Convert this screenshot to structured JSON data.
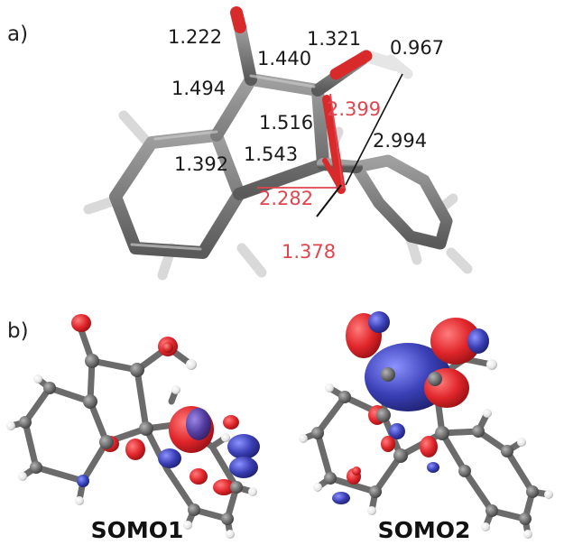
{
  "panels": {
    "a": "a)",
    "b": "b)"
  },
  "bond_lengths": {
    "b1222": "1.222",
    "b1440": "1.440",
    "b1321": "1.321",
    "b0967": "0.967",
    "b1494": "1.494",
    "b2399": "2.399",
    "b1516": "1.516",
    "b2994": "2.994",
    "b1543": "1.543",
    "b1392": "1.392",
    "b2282": "2.282",
    "b1378": "1.378"
  },
  "orbitals": {
    "somo1": "SOMO1",
    "somo2": "SOMO2"
  },
  "colors": {
    "carbon": "#6e6e6e",
    "oxygen": "#d82a2a",
    "hydrogen": "#f2f2f2",
    "nitrogen": "#3344bb",
    "orbital_positive": "#e0262b",
    "orbital_negative": "#3a3fb5",
    "label_red": "#e0454f",
    "label_black": "#1a1a1a"
  }
}
